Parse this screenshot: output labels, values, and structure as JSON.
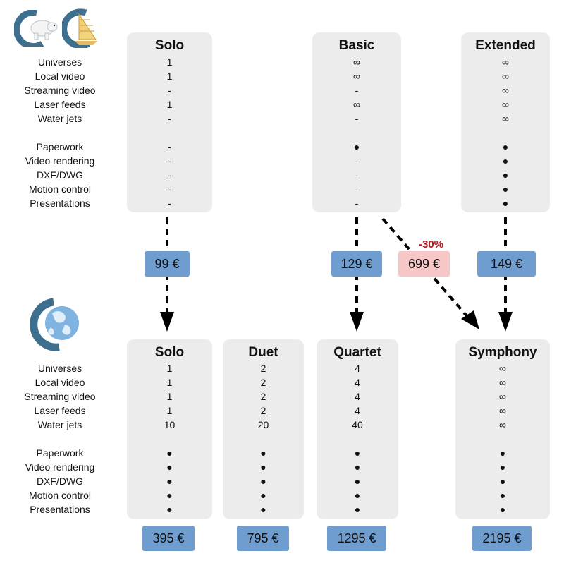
{
  "row_labels": {
    "items": [
      "Universes",
      "Local video",
      "Streaming video",
      "Laser feeds",
      "Water jets"
    ],
    "options": [
      "Paperwork",
      "Video rendering",
      "DXF/DWG",
      "Motion control",
      "Presentations"
    ]
  },
  "top_plans": [
    {
      "name": "Solo",
      "items": [
        "1",
        "1",
        "-",
        "1",
        "-"
      ],
      "options": [
        "-",
        "-",
        "-",
        "-",
        "-"
      ]
    },
    {
      "name": "Basic",
      "items": [
        "∞",
        "∞",
        "-",
        "∞",
        "-"
      ],
      "options": [
        "●",
        "-",
        "-",
        "-",
        "-"
      ]
    },
    {
      "name": "Extended",
      "items": [
        "∞",
        "∞",
        "∞",
        "∞",
        "∞"
      ],
      "options": [
        "●",
        "●",
        "●",
        "●",
        "●"
      ]
    }
  ],
  "bottom_plans": [
    {
      "name": "Solo",
      "items": [
        "1",
        "1",
        "1",
        "1",
        "10"
      ],
      "options": [
        "●",
        "●",
        "●",
        "●",
        "●"
      ]
    },
    {
      "name": "Duet",
      "items": [
        "2",
        "2",
        "2",
        "2",
        "20"
      ],
      "options": [
        "●",
        "●",
        "●",
        "●",
        "●"
      ]
    },
    {
      "name": "Quartet",
      "items": [
        "4",
        "4",
        "4",
        "4",
        "40"
      ],
      "options": [
        "●",
        "●",
        "●",
        "●",
        "●"
      ]
    },
    {
      "name": "Symphony",
      "items": [
        "∞",
        "∞",
        "∞",
        "∞",
        "∞"
      ],
      "options": [
        "●",
        "●",
        "●",
        "●",
        "●"
      ]
    }
  ],
  "upgrade_prices": {
    "solo": "99 €",
    "basic": "129 €",
    "basic_discount": "699 €",
    "discount_label": "-30%",
    "extended": "149 €"
  },
  "bottom_prices": [
    "395 €",
    "795 €",
    "1295 €",
    "2195 €"
  ],
  "colors": {
    "card": "#ececec",
    "price": "#6f9dcf",
    "discount_price": "#f7c6c6",
    "discount_text": "#c0141c"
  },
  "icons": [
    "polar-bear-logo-icon",
    "sailboat-logo-icon",
    "globe-logo-icon"
  ]
}
